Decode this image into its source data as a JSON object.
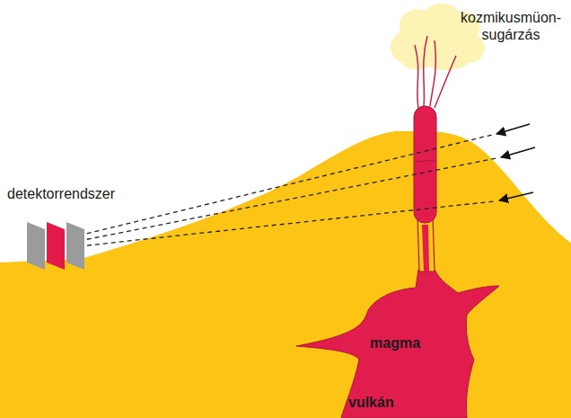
{
  "diagram": {
    "labels": [
      "kozmikusmüon- sugárzás",
      "detektorrendszer",
      "magma",
      "vulkán"
    ]
  }
}
